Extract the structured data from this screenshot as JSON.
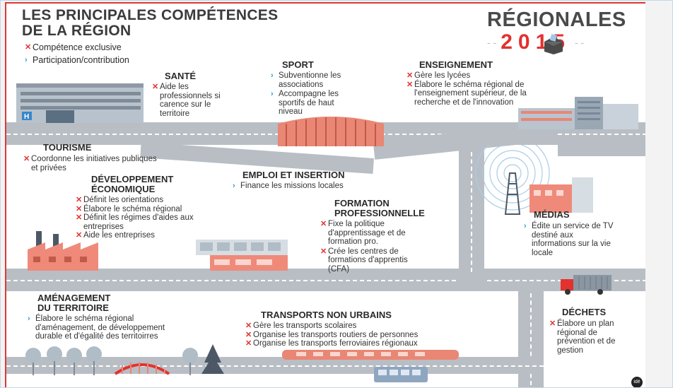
{
  "header": {
    "title_line1": "LES PRINCIPALES COMPÉTENCES",
    "title_line2": "DE LA RÉGION",
    "logo_word": "RÉGIONALES",
    "logo_year": "2015"
  },
  "legend": {
    "exclusive": "Compétence exclusive",
    "participation": "Participation/contribution"
  },
  "sections": {
    "sante": {
      "title": "SANTÉ",
      "items": [
        "Aide les professionnels si carence sur le territoire"
      ]
    },
    "sport": {
      "title": "SPORT",
      "items": [
        "Subventionne les associations",
        "Accompagne les sportifs de haut niveau"
      ]
    },
    "enseignement": {
      "title": "ENSEIGNEMENT",
      "items": [
        "Gère les lycées",
        "Élabore le schéma régional de l'enseignement supérieur, de la recherche et de l'innovation"
      ]
    },
    "tourisme": {
      "title": "TOURISME",
      "items": [
        "Coordonne les initiatives publiques et privées"
      ]
    },
    "developpement": {
      "title_line1": "DÉVELOPPEMENT",
      "title_line2": "ÉCONOMIQUE",
      "items": [
        "Définit les orientations",
        "Élabore le schéma régional",
        "Définit les régimes d'aides aux entreprises",
        "Aide les entreprises"
      ]
    },
    "emploi": {
      "title": "EMPLOI ET INSERTION",
      "items": [
        "Finance les missions locales"
      ]
    },
    "formation": {
      "title_line1": "FORMATION",
      "title_line2": "PROFESSIONNELLE",
      "items": [
        "Fixe la politique d'apprentissage et de formation pro.",
        "Crée les centres de formations d'apprentis (CFA)"
      ]
    },
    "medias": {
      "title": "MÉDIAS",
      "items": [
        "Édite un service de TV destiné aux informations sur la vie locale"
      ]
    },
    "amenagement": {
      "title_line1": "AMÉNAGEMENT",
      "title_line2": "DU TERRITOIRE",
      "items": [
        "Élabore le schéma régional d'aménagement, de développement durable et d'égalité des territoirres"
      ]
    },
    "transports": {
      "title": "TRANSPORTS NON URBAINS",
      "items": [
        "Gère les transports scolaires",
        "Organise les transports routiers de personnes",
        "Organise les transports ferroviaires régionaux"
      ]
    },
    "dechets": {
      "title": "DÉCHETS",
      "items": [
        "Élabore un plan régional de prévention et de gestion"
      ]
    }
  },
  "credit": "idé",
  "colors": {
    "red": "#e2312e",
    "blue": "#2f9bd6",
    "road": "#b8bec4",
    "building_red": "#ef8a7a"
  }
}
